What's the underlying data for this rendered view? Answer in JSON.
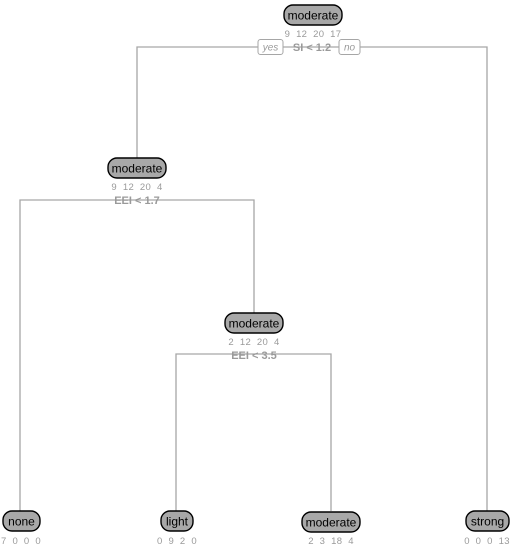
{
  "tree": {
    "branch_labels": {
      "yes": "yes",
      "no": "no"
    },
    "nodes": {
      "root": {
        "label": "moderate",
        "counts": "9  12  20  17",
        "split": "SI < 1.2"
      },
      "n2": {
        "label": "moderate",
        "counts": "9  12  20  4",
        "split": "EEI < 1.7"
      },
      "n5": {
        "label": "moderate",
        "counts": "2  12  20  4",
        "split": "EEI < 3.5"
      },
      "none": {
        "label": "none",
        "counts": "7  0  0  0"
      },
      "light": {
        "label": "light",
        "counts": "0  9  2  0"
      },
      "moderate": {
        "label": "moderate",
        "counts": "2  3  18  4"
      },
      "strong": {
        "label": "strong",
        "counts": "0  0  0  13"
      }
    }
  }
}
